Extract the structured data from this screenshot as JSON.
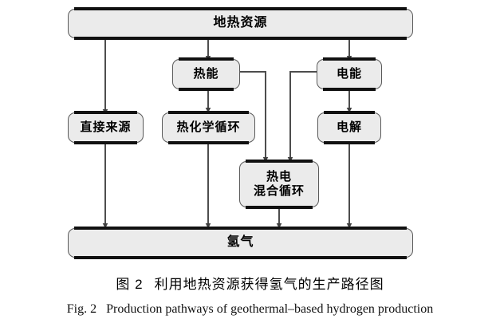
{
  "figure": {
    "caption_cn_number": "图 2",
    "caption_cn_text": "利用地热资源获得氢气的生产路径图",
    "caption_en_number": "Fig. 2",
    "caption_en_text": "Production pathways of geothermal–based hydrogen production"
  },
  "colors": {
    "node_fill": "#ebebeb",
    "node_border": "#5a5a5a",
    "node_bar": "#111111",
    "connector": "#4d4d4d",
    "background": "#ffffff",
    "text": "#000000"
  },
  "chart_data": {
    "type": "diagram",
    "diagram_kind": "flowchart",
    "title": "利用地热资源获得氢气的生产路径图",
    "orientation": "top-to-bottom",
    "nodes": [
      {
        "id": "geothermal",
        "label": "地热资源",
        "shape": "rounded-rectangle",
        "level": 0
      },
      {
        "id": "thermal",
        "label": "热能",
        "shape": "rounded-rectangle",
        "level": 1
      },
      {
        "id": "electric",
        "label": "电能",
        "shape": "rounded-rectangle",
        "level": 1
      },
      {
        "id": "direct",
        "label": "直接来源",
        "shape": "rounded-rectangle",
        "level": 2
      },
      {
        "id": "thermochem",
        "label": "热化学循环",
        "shape": "rounded-rectangle",
        "level": 2
      },
      {
        "id": "electrolysis",
        "label": "电解",
        "shape": "rounded-rectangle",
        "level": 2
      },
      {
        "id": "hybrid",
        "label": "热电\n混合循环",
        "shape": "rounded-rectangle",
        "level": 3
      },
      {
        "id": "hydrogen",
        "label": "氢气",
        "shape": "rounded-rectangle",
        "level": 4
      }
    ],
    "edges": [
      {
        "from": "geothermal",
        "to": "direct",
        "style": "arrow"
      },
      {
        "from": "geothermal",
        "to": "thermal",
        "style": "arrow"
      },
      {
        "from": "geothermal",
        "to": "electric",
        "style": "arrow"
      },
      {
        "from": "thermal",
        "to": "thermochem",
        "style": "arrow"
      },
      {
        "from": "thermal",
        "to": "hybrid",
        "style": "arrow-elbow-right"
      },
      {
        "from": "electric",
        "to": "electrolysis",
        "style": "arrow"
      },
      {
        "from": "electric",
        "to": "hybrid",
        "style": "arrow-elbow-left"
      },
      {
        "from": "direct",
        "to": "hydrogen",
        "style": "arrow"
      },
      {
        "from": "thermochem",
        "to": "hydrogen",
        "style": "arrow"
      },
      {
        "from": "hybrid",
        "to": "hydrogen",
        "style": "arrow"
      },
      {
        "from": "electrolysis",
        "to": "hydrogen",
        "style": "arrow"
      }
    ]
  },
  "nodes": {
    "geothermal": {
      "label": "地热资源"
    },
    "thermal": {
      "label": "热能"
    },
    "electric": {
      "label": "电能"
    },
    "direct": {
      "label": "直接来源"
    },
    "thermochem": {
      "label": "热化学循环"
    },
    "electrolysis": {
      "label": "电解"
    },
    "hybrid": {
      "label": "热电\n混合循环"
    },
    "hydrogen": {
      "label": "氢气"
    }
  }
}
